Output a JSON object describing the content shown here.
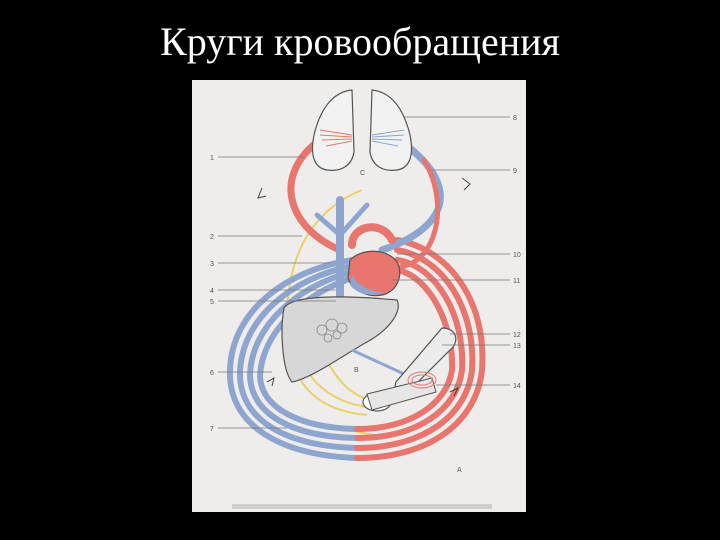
{
  "slide": {
    "title": "Круги кровообращения"
  },
  "figure": {
    "left_callouts": [
      "1",
      "2",
      "3",
      "4",
      "5",
      "6",
      "7"
    ],
    "right_callouts": [
      "8",
      "9",
      "10",
      "11",
      "12",
      "13",
      "14"
    ],
    "region_labels": [
      "C",
      "B",
      "A"
    ],
    "colors": {
      "arterial": "#e8756e",
      "venous": "#8ea6cf",
      "lymph": "#ead06a",
      "organ_outline": "#555555",
      "background": "#eeedeb"
    },
    "icons": [
      "lungs",
      "heart",
      "liver",
      "intestine",
      "flow-arrow"
    ]
  }
}
